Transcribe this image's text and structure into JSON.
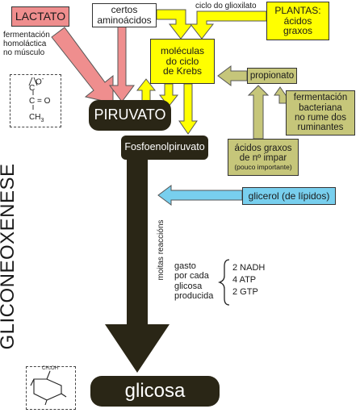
{
  "boxes": {
    "lactato": "LACTATO",
    "aminoacidos": "certos\naminoácidos",
    "plantas": "PLANTAS:\nácidos\ngraxos",
    "krebs": "moléculas\ndo ciclo\nde Krebs",
    "propionato": "propionato",
    "fermentacion_bacteriana": "fermentación\nbacteriana\nno rume dos\nruminantes",
    "acidos_impar": "ácidos graxos\nde nº impar",
    "acidos_impar_note": "(pouco importante)",
    "glicerol": "glicerol (de lípidos)",
    "piruvato": "PIRUVATO",
    "fosfoenolpiruvato": "Fosfoenolpiruvato",
    "glicosa": "glicosa"
  },
  "labels": {
    "glioxilato": "ciclo do glioxilato",
    "fermentacion_homolactica": "fermentación\nhomoláctica\nno músculo",
    "gliconeoxenese": "GLICONEOXÉNESE",
    "moitas_reaccions": "moitas reaccións",
    "gasto": "gasto\npor cada\nglicosa\nproducida",
    "costs": [
      "2 NADH",
      "4 ATP",
      "2 GTP"
    ],
    "oh_group": "CH₂OH"
  },
  "pyruvate_formula": {
    "carboxyl": "O",
    "carboxyl_charge": "-",
    "carbon": "C",
    "keto_group": "C = O",
    "methyl": "CH",
    "methyl_subscript": "3"
  },
  "colors": {
    "yellow": "#ffff00",
    "olive": "#c6c67a",
    "pink": "#ef8e8e",
    "blue": "#78cfee",
    "dark": "#2a2616"
  }
}
